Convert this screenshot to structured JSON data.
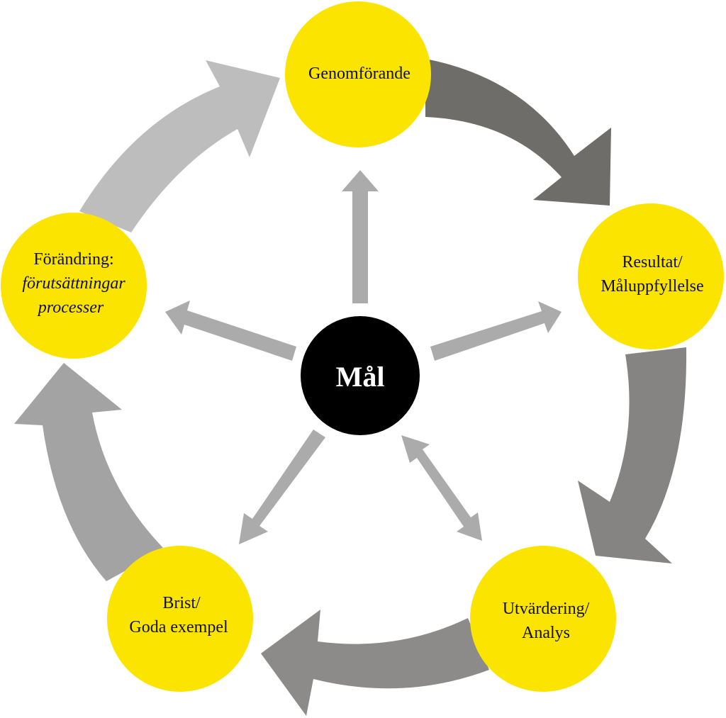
{
  "center": {
    "label": "Mål",
    "color": "#000000"
  },
  "node_color": "#FBE400",
  "cycle_arrow_colors": {
    "dark": "#6F6D6A",
    "medium": "#858482",
    "light": "#A3A3A3",
    "lighter": "#BDBDBD"
  },
  "spoke_color": "#ABABAB",
  "nodes": {
    "genomforande": {
      "line1": "Genomförande"
    },
    "resultat": {
      "line1": "Resultat/",
      "line2": "Måluppfyllelse"
    },
    "utvardering": {
      "line1": "Utvärdering/",
      "line2": "Analys"
    },
    "brist": {
      "line1": "Brist/",
      "line2": "Goda exempel"
    },
    "forandring": {
      "line1": "Förändring:",
      "line2": "förutsättningar",
      "line3": "processer"
    }
  }
}
